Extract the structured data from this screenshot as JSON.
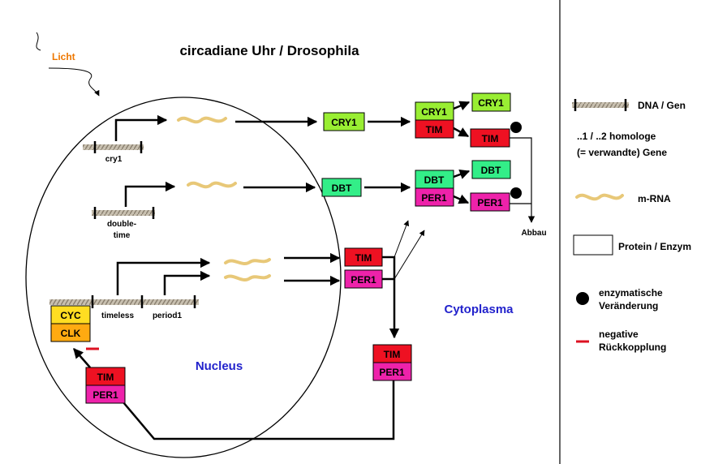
{
  "title": "circadiane Uhr /  Drosophila",
  "licht": "Licht",
  "compartments": {
    "nucleus": "Nucleus",
    "cytoplasma": "Cytoplasma"
  },
  "genes": {
    "cry1": "cry1",
    "doubletime_line1": "double-",
    "doubletime_line2": "time",
    "timeless": "timeless",
    "period1": "period1"
  },
  "proteins": {
    "cry1": "CRY1",
    "dbt": "DBT",
    "tim": "TIM",
    "per1": "PER1",
    "cyc": "CYC",
    "clk": "CLK"
  },
  "abbau": "Abbau",
  "legend": {
    "dna": "DNA / Gen",
    "homologe_line1": "..1 / ..2 homologe",
    "homologe_line2": "(= verwandte) Gene",
    "mrna": "m-RNA",
    "protein": "Protein / Enzym",
    "enzym_line1": "enzymatische",
    "enzym_line2": "Veränderung",
    "neg_line1": "negative",
    "neg_line2": "Rückkopplung"
  },
  "colors": {
    "cry1": "#99ee33",
    "dbt": "#33ee88",
    "tim": "#ee1122",
    "per1": "#ee22aa",
    "cyc": "#ffdd22",
    "clk": "#ffaa11",
    "licht": "#ee7700",
    "compartment_label": "#2222cc",
    "mrna": "#e8c878",
    "dna": "#b8b0a0",
    "negative": "#dd1122"
  }
}
